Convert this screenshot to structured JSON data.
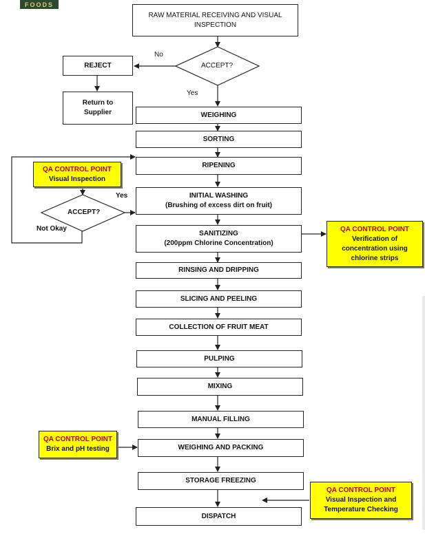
{
  "logo_text": "FOODS",
  "steps": {
    "raw_material": [
      "RAW MATERIAL RECEIVING AND VISUAL",
      "INSPECTION"
    ],
    "accept_1": "ACCEPT?",
    "reject": "REJECT",
    "return_supplier": [
      "Return to",
      "Supplier"
    ],
    "weighing": "WEIGHING",
    "sorting": "SORTING",
    "ripening": "RIPENING",
    "initial_washing": [
      "INITIAL WASHING",
      "(Brushing of excess dirt on fruit)"
    ],
    "accept_2": "ACCEPT?",
    "sanitizing": [
      "SANITIZING",
      "(200ppm Chlorine Concentration)"
    ],
    "rinsing": "RINSING AND DRIPPING",
    "slicing": "SLICING AND PEELING",
    "collection": "COLLECTION OF FRUIT MEAT",
    "pulping": "PULPING",
    "mixing": "MIXING",
    "manual_filling": "MANUAL FILLING",
    "weighing_packing": "WEIGHING AND PACKING",
    "storage_freezing": "STORAGE FREEZING",
    "dispatch": "DISPATCH"
  },
  "labels": {
    "no": "No",
    "yes_1": "Yes",
    "yes_2": "Yes",
    "not_okay": "Not Okay"
  },
  "qa_points": {
    "visual": [
      "QA CONTROL POINT",
      "Visual Inspection"
    ],
    "chlorine": [
      "QA CONTROL POINT",
      "Verification of",
      "concentration using",
      "chlorine strips"
    ],
    "brix": [
      "QA CONTROL POINT",
      "Brix and pH testing"
    ],
    "temperature": [
      "QA CONTROL POINT",
      "Visual Inspection and",
      "Temperature Checking"
    ]
  },
  "colors": {
    "qa_fill": "#ffff00",
    "qa_title": "#c00000",
    "logo_bg": "#2d4a2f"
  }
}
